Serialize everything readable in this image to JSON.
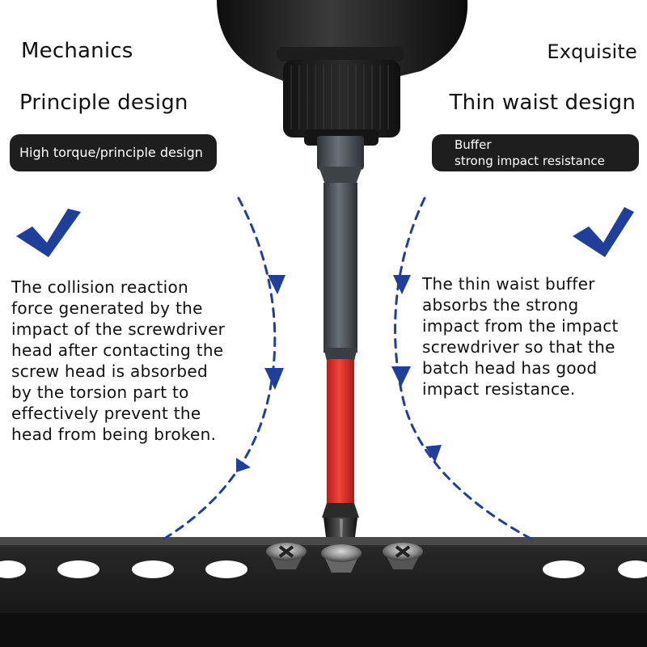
{
  "left": {
    "heading_1": "Mechanics",
    "heading_2": "Principle design",
    "badge": "High torque/principle design",
    "description_lines": [
      "The collision reaction",
      "force generated by the",
      "impact of the screwdriver",
      "head after contacting the",
      "screw head is absorbed",
      "by the torsion part to",
      "effectively prevent the",
      "head from being broken."
    ]
  },
  "right": {
    "heading_1": "Exquisite",
    "heading_2": "Thin waist design",
    "badge_lines": [
      "Buffer",
      "strong impact resistance"
    ],
    "description_lines": [
      "The thin waist buffer",
      "absorbs the strong",
      "impact from the impact",
      "screwdriver so that the",
      "batch head has good",
      "impact resistance."
    ]
  },
  "icons": {
    "left_check": "checkmark-icon",
    "right_check": "checkmark-icon",
    "arrows": "dashed-arrow-icon"
  },
  "colors": {
    "accent_blue": "#1f3f9a",
    "bit_red": "#e0322b",
    "bit_gray": "#4a4f57",
    "drill_black": "#161616",
    "rail_dark": "#1a1a1a"
  }
}
